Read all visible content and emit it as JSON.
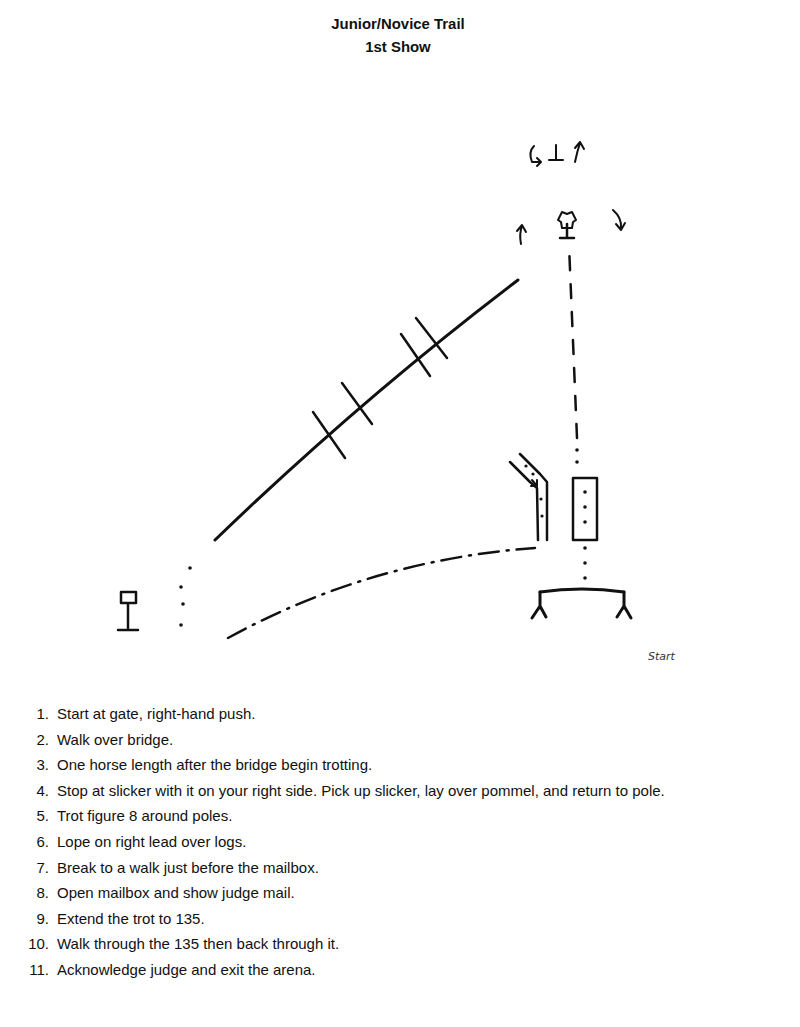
{
  "diagram": {
    "title": "Junior/Novice Trail",
    "labels": [
      "1st Show",
      "Start",
      "1.",
      "Start at gate, right-hand push.",
      "2.",
      "Walk over bridge.",
      "3.",
      "One horse length after the bridge begin trotting.",
      "4.",
      "Stop at slicker with it on your right side. Pick up slicker, lay over pommel, and return to pole.",
      "5.",
      "Trot figure 8 around poles.",
      "6.",
      "Lope on right lead over logs.",
      "7.",
      "Break to a walk just before the mailbox.",
      "8.",
      "Open mailbox and show judge mail.",
      "9.",
      "Extend the trot to 135.",
      "10.",
      "Walk through the 135 then back through it.",
      "11.",
      "Acknowledge judge and exit the arena."
    ]
  }
}
